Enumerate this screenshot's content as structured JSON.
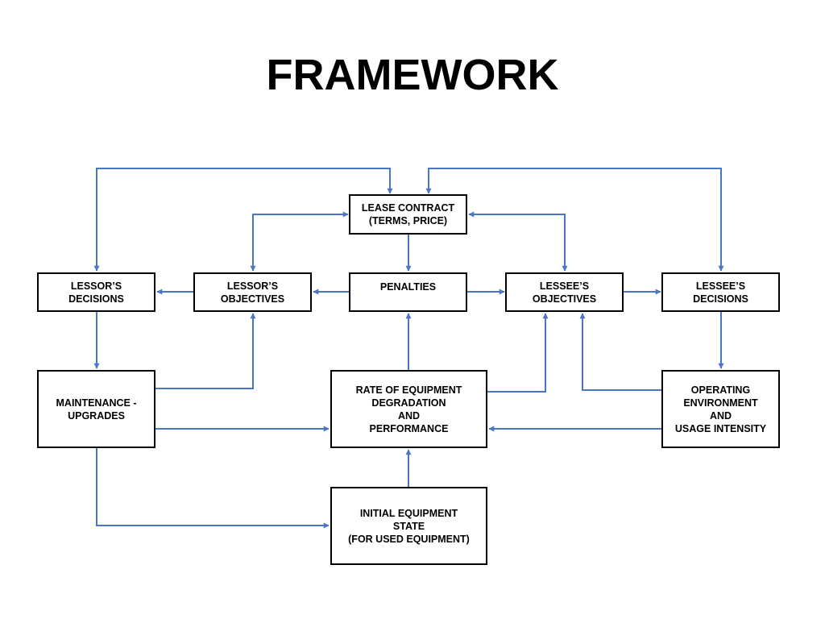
{
  "title": "FRAMEWORK",
  "colors": {
    "connector": "#4a76c4",
    "box_border": "#000000",
    "text": "#000000"
  },
  "nodes": {
    "lease_contract": "LEASE CONTRACT\n(TERMS, PRICE)",
    "lessors_decisions": "LESSOR’S\nDECISIONS",
    "lessors_objectives": "LESSOR’S\nOBJECTIVES",
    "penalties": "PENALTIES",
    "lessees_objectives": "LESSEE’S\nOBJECTIVES",
    "lessees_decisions": "LESSEE’S\nDECISIONS",
    "maintenance_upgrades": "MAINTENANCE -\nUPGRADES",
    "rate_of_degradation": "RATE OF EQUIPMENT\nDEGRADATION\nAND\nPERFORMANCE",
    "operating_environment": "OPERATING\nENVIRONMENT\nAND\nUSAGE INTENSITY",
    "initial_equipment_state": "INITIAL EQUIPMENT\nSTATE\n(FOR USED EQUIPMENT)"
  },
  "edges": [
    {
      "from": "lessors_decisions",
      "to": "lease_contract"
    },
    {
      "from": "lease_contract",
      "to": "lessors_decisions"
    },
    {
      "from": "lessees_decisions",
      "to": "lease_contract"
    },
    {
      "from": "lease_contract",
      "to": "lessees_decisions"
    },
    {
      "from": "lessors_objectives",
      "to": "lease_contract"
    },
    {
      "from": "lease_contract",
      "to": "lessors_objectives"
    },
    {
      "from": "lessees_objectives",
      "to": "lease_contract"
    },
    {
      "from": "lease_contract",
      "to": "lessees_objectives"
    },
    {
      "from": "lease_contract",
      "to": "penalties"
    },
    {
      "from": "lessors_objectives",
      "to": "lessors_decisions"
    },
    {
      "from": "penalties",
      "to": "lessors_objectives"
    },
    {
      "from": "penalties",
      "to": "lessees_objectives"
    },
    {
      "from": "lessees_objectives",
      "to": "lessees_decisions"
    },
    {
      "from": "lessors_decisions",
      "to": "maintenance_upgrades"
    },
    {
      "from": "lessees_decisions",
      "to": "operating_environment"
    },
    {
      "from": "maintenance_upgrades",
      "to": "lessors_objectives"
    },
    {
      "from": "maintenance_upgrades",
      "to": "rate_of_degradation"
    },
    {
      "from": "maintenance_upgrades",
      "to": "initial_equipment_state"
    },
    {
      "from": "rate_of_degradation",
      "to": "penalties"
    },
    {
      "from": "rate_of_degradation",
      "to": "lessees_objectives"
    },
    {
      "from": "operating_environment",
      "to": "lessees_objectives"
    },
    {
      "from": "operating_environment",
      "to": "rate_of_degradation"
    },
    {
      "from": "initial_equipment_state",
      "to": "rate_of_degradation"
    }
  ]
}
